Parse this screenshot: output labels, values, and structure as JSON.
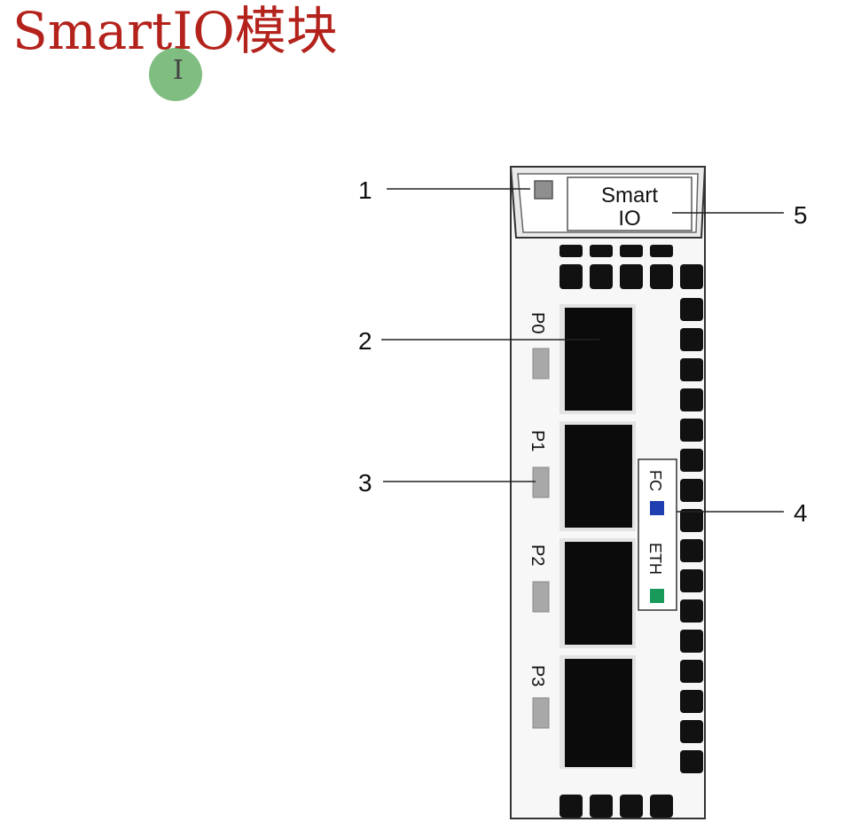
{
  "title": "SmartIO模块",
  "callouts": {
    "c1": "1",
    "c2": "2",
    "c3": "3",
    "c4": "4",
    "c5": "5"
  },
  "module": {
    "label_line1": "Smart",
    "label_line2": "IO",
    "ports": [
      "P0",
      "P1",
      "P2",
      "P3"
    ],
    "legend": {
      "fc_label": "FC",
      "fc_color": "#1f3fb0",
      "eth_label": "ETH",
      "eth_color": "#1a9a5a"
    }
  },
  "cursor": {
    "icon": "text-cursor-icon",
    "highlight_color": "#5caa5c"
  }
}
